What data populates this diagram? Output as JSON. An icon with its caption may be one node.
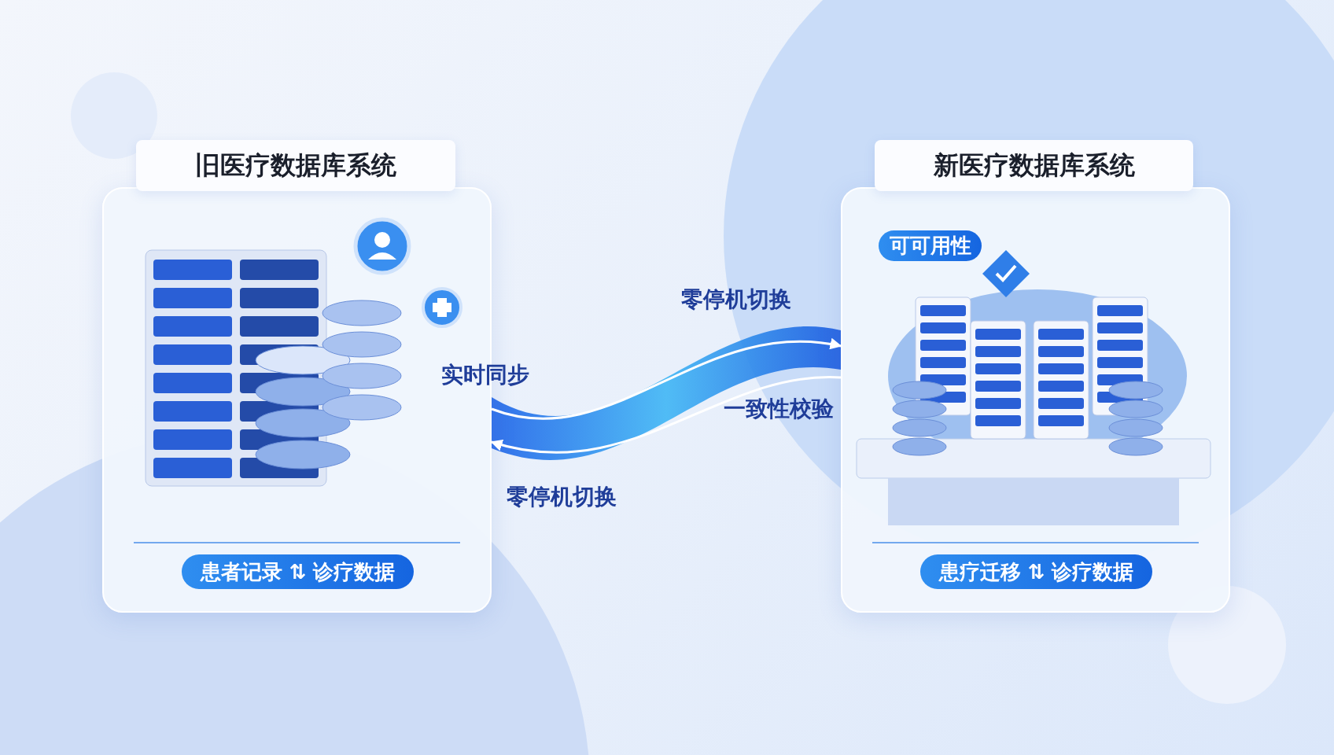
{
  "diagram": {
    "nodes": [
      {
        "text": [
          "旧医疗数据库系统"
        ]
      },
      {
        "text": [
          "新医疗数据库系统"
        ]
      },
      {
        "text": [
          "患者记录 ⇅ 诊疗数据"
        ],
        "in": 0
      },
      {
        "text": [
          "患疗迁移 ⇅ 诊疗数据"
        ],
        "in": 1
      },
      {
        "text": [
          "可可用性"
        ],
        "in": 1
      }
    ],
    "edges": [
      {
        "from": 0,
        "to": 1,
        "arrow": "to",
        "label": "零停机切换"
      },
      {
        "from": 1,
        "to": 0,
        "arrow": "to",
        "label": "零停机切换"
      }
    ],
    "labels": [
      "实时同步",
      "一致性校验"
    ]
  }
}
